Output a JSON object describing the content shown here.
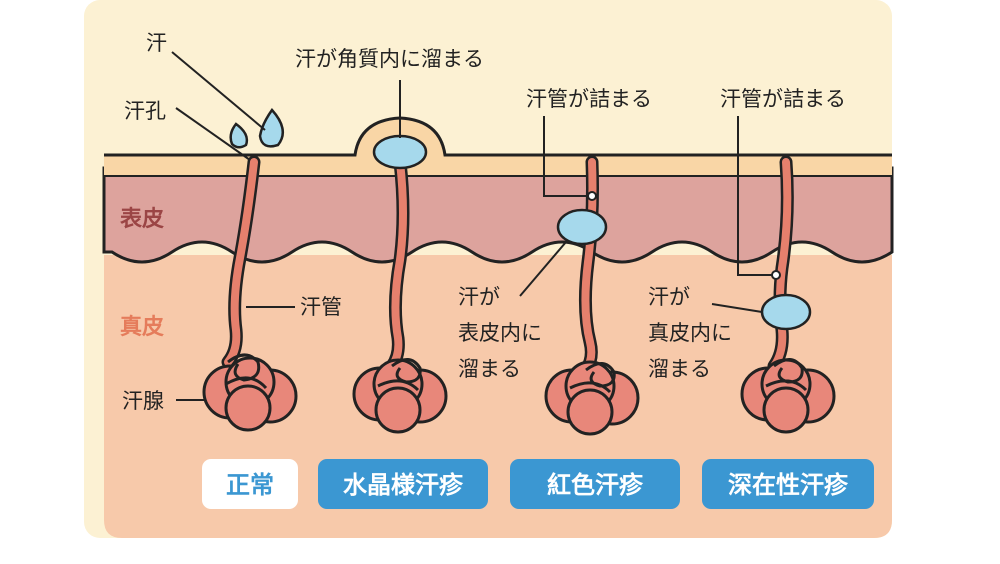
{
  "colors": {
    "frame_bg": "#fcf1d3",
    "horny_layer": "#f9d6a6",
    "epidermis": "#dda39d",
    "dermis": "#f7c9aa",
    "duct": "#e6806d",
    "gland": "#e8877a",
    "outline": "#222222",
    "sweat": "#a6d9ec",
    "button_blue": "#3b97d2",
    "epidermis_label": "#9b4545",
    "dermis_label": "#e57c5b"
  },
  "labels": {
    "sweat": "汗",
    "sweat_pore": "汗孔",
    "sweat_duct": "汗管",
    "sweat_gland": "汗腺",
    "horny_retention": "汗が角質内に溜まる",
    "blocked_1": "汗管が詰まる",
    "blocked_2": "汗管が詰まる",
    "epidermal_retention": [
      "汗が",
      "表皮内に",
      "溜まる"
    ],
    "dermal_retention": [
      "汗が",
      "真皮内に",
      "溜まる"
    ]
  },
  "layers": {
    "epidermis": "表皮",
    "dermis": "真皮"
  },
  "categories": {
    "normal": "正常",
    "crystallina": "水晶様汗疹",
    "rubra": "紅色汗疹",
    "profunda": "深在性汗疹"
  }
}
